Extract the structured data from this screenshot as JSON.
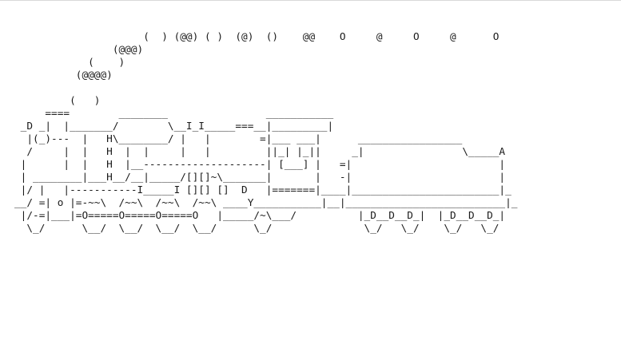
{
  "terminal": {
    "art_lines": [
      "                     (  ) (@@) ( )  (@)  ()    @@    O     @     O     @      O",
      "                (@@@)",
      "            (    )",
      "          (@@@@)",
      "",
      "         (   )",
      "     ====        ________                ___________",
      " _D _|  |_______/        \\__I_I_____===__|_________|",
      "  |(_)---  |   H\\________/ |   |        =|___ ___|      _________________",
      "  /     |  |   H  |  |     |   |         ||_| |_||     _|                \\_____A",
      " |      |  |   H  |__--------------------| [___] |   =|                        |",
      " | ________|___H__/__|_____/[][]~\\_______|       |   -|                        |",
      " |/ |   |-----------I_____I [][] []  D   |=======|____|________________________|_",
      "__/ =| o |=-~~\\  /~~\\  /~~\\  /~~\\ ____Y___________|__|__________________________|_",
      " |/-=|___|=O=====O=====O=====O   |_____/~\\___/          |_D__D__D_|  |_D__D__D_|",
      "  \\_/      \\__/  \\__/  \\__/  \\__/      \\_/               \\_/   \\_/    \\_/   \\_/"
    ]
  }
}
